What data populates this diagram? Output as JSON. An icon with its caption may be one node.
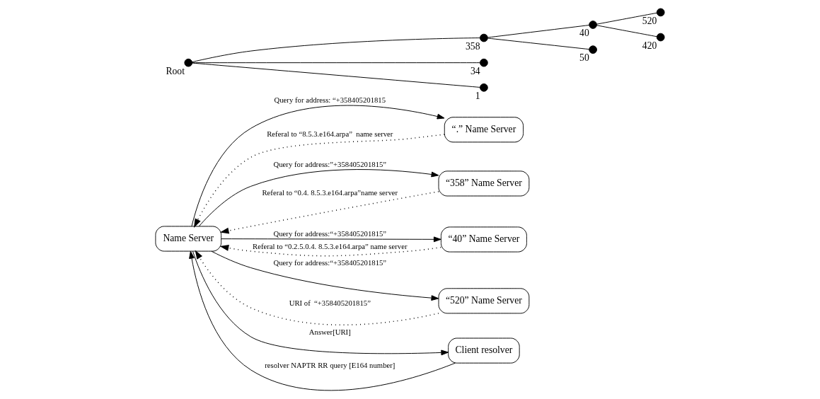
{
  "diagram": {
    "nodes": [
      {
        "text": [
          "Name Server"
        ]
      },
      {
        "text": [
          "“.” Name Server"
        ]
      },
      {
        "text": [
          "“358” Name Server"
        ]
      },
      {
        "text": [
          "“40” Name Server"
        ]
      },
      {
        "text": [
          "“520” Name Server"
        ]
      },
      {
        "text": [
          "Client resolver"
        ]
      },
      {
        "text": [],
        "shape": "circle",
        "beside": [
          "Root"
        ]
      },
      {
        "text": [],
        "shape": "circle",
        "beside": [
          "358"
        ]
      },
      {
        "text": [],
        "shape": "circle",
        "beside": [
          "34"
        ]
      },
      {
        "text": [],
        "shape": "circle",
        "beside": [
          "1"
        ]
      },
      {
        "text": [],
        "shape": "circle",
        "beside": [
          "40"
        ]
      },
      {
        "text": [],
        "shape": "circle",
        "beside": [
          "50"
        ]
      },
      {
        "text": [],
        "shape": "circle",
        "beside": [
          "520"
        ]
      },
      {
        "text": [],
        "shape": "circle",
        "beside": [
          "420"
        ]
      }
    ],
    "edges": [
      {
        "from": 0,
        "to": 1,
        "arrow": "to",
        "label": "Query for address: “+358405201815"
      },
      {
        "from": 1,
        "to": 0,
        "arrow": "to",
        "style": "dashed",
        "label": "Referal to “8.5.3.e164.arpa”  name server"
      },
      {
        "from": 0,
        "to": 2,
        "arrow": "to",
        "label": "Query for address:”+358405201815”"
      },
      {
        "from": 2,
        "to": 0,
        "arrow": "to",
        "style": "dashed",
        "label": "Referal to “0.4. 8.5.3.e164.arpa”name server"
      },
      {
        "from": 0,
        "to": 3,
        "arrow": "to",
        "label": "Query for address:“+358405201815”"
      },
      {
        "from": 3,
        "to": 0,
        "arrow": "to",
        "style": "dashed",
        "label": "Referal to “0.2.5.0.4. 8.5.3.e164.arpa” name server"
      },
      {
        "from": 0,
        "to": 4,
        "arrow": "to",
        "label": "Query for address:“+358405201815”"
      },
      {
        "from": 4,
        "to": 0,
        "arrow": "to",
        "style": "dashed",
        "label": "URI of  “+358405201815”"
      },
      {
        "from": 5,
        "to": 0,
        "arrow": "to",
        "label": "resolver NAPTR RR query [E164 number]"
      },
      {
        "from": 0,
        "to": 5,
        "arrow": "to",
        "label": "Answer[URI]"
      },
      {
        "from": 6,
        "to": 7,
        "arrow": "none"
      },
      {
        "from": 6,
        "to": 8,
        "arrow": "none"
      },
      {
        "from": 6,
        "to": 9,
        "arrow": "none"
      },
      {
        "from": 7,
        "to": 10,
        "arrow": "none"
      },
      {
        "from": 7,
        "to": 11,
        "arrow": "none"
      },
      {
        "from": 10,
        "to": 12,
        "arrow": "none"
      },
      {
        "from": 10,
        "to": 13,
        "arrow": "none"
      }
    ]
  }
}
